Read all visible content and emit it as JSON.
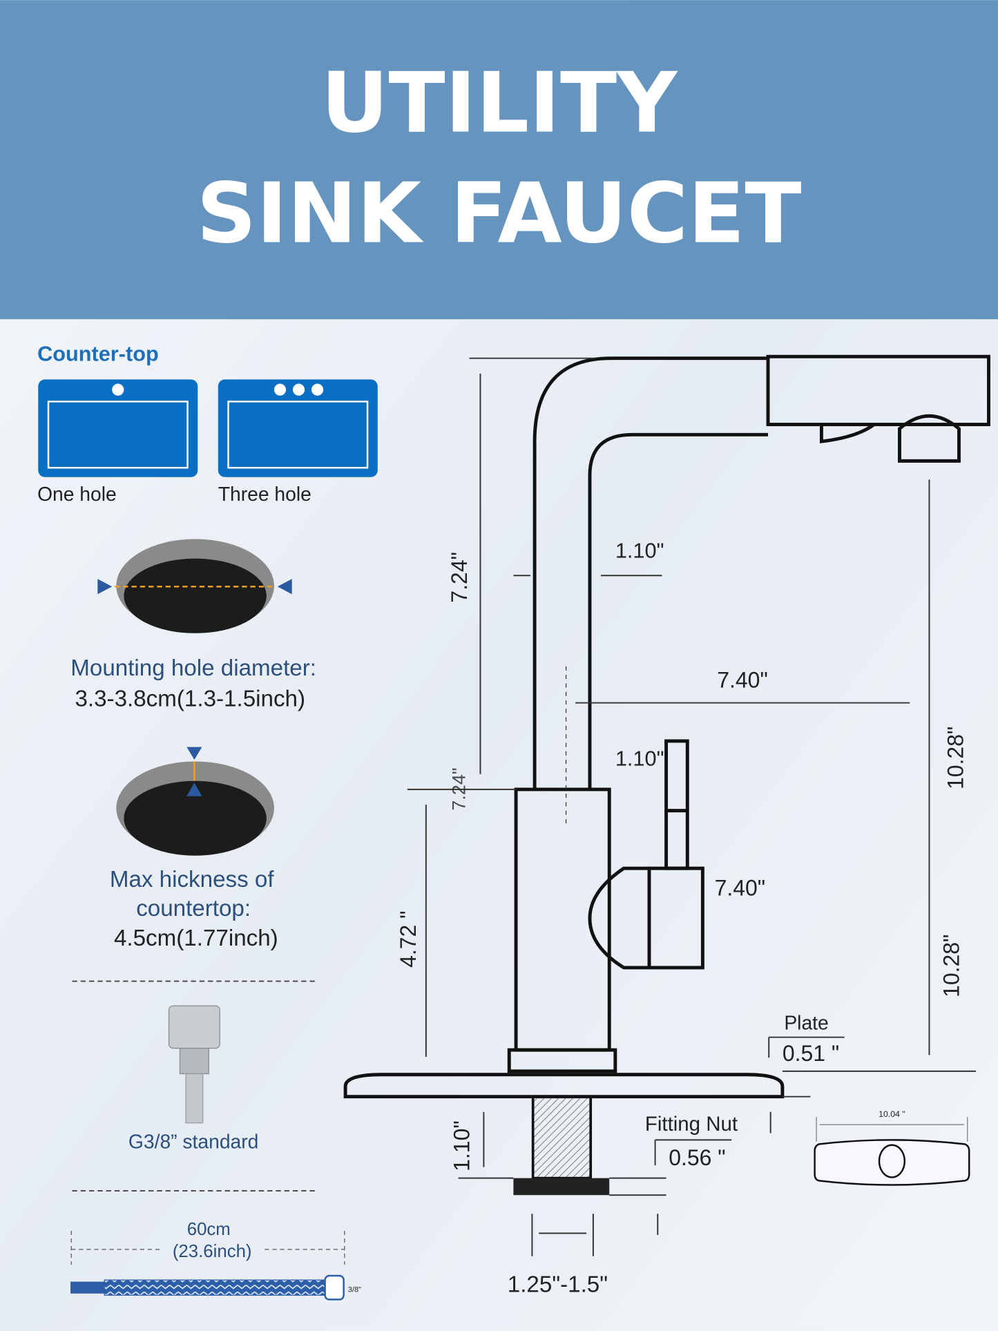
{
  "header": {
    "line1": "UTILITY",
    "line2": "SINK FAUCET",
    "color": "#6594bf"
  },
  "left": {
    "counter_top": "Counter-top",
    "one_hole": "One hole",
    "three_hole": "Three hole",
    "mount_label": "Mounting hole diameter:",
    "mount_value": "3.3-3.8cm(1.3-1.5inch)",
    "thick_label1": "Max hickness of",
    "thick_label2": "countertop:",
    "thick_value": "4.5cm(1.77inch)",
    "g38": "G3/8” standard",
    "hose_len": "60cm",
    "hose_len_in": "(23.6inch)",
    "hose_size": "3/8\""
  },
  "dims": {
    "spout_height": "7.24\"",
    "spout_height_ghost": "7.24\"",
    "spout_dia": "1.10\"",
    "spout_dia_ghost": "1.10\"",
    "reach": "7.40\"",
    "reach_ghost": "7.40\"",
    "total_height": "10.28\"",
    "total_height_ghost": "10.28\"",
    "body_height": "4.72 \"",
    "plate_label": "Plate",
    "plate_value": "0.51 \"",
    "shank": "1.10\"",
    "nut_label": "Fitting Nut",
    "nut_value": "0.56 \"",
    "hole_range": "1.25\"-1.5\"",
    "plate_width": "10.04 \""
  }
}
